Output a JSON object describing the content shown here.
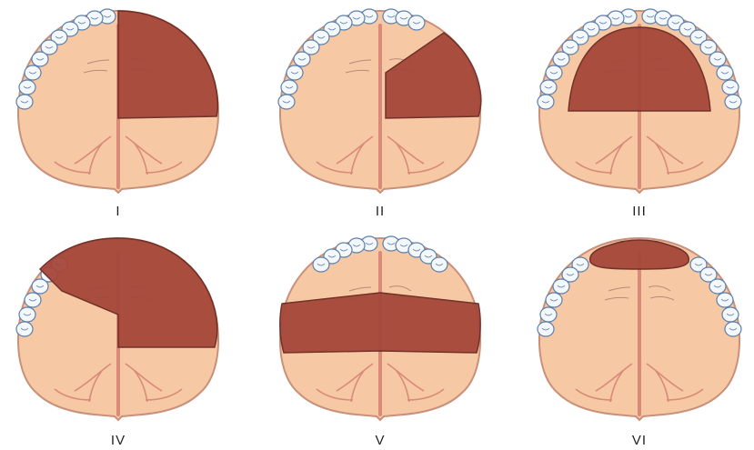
{
  "figure": {
    "panels": [
      {
        "label": "I",
        "resected": "right half of palate, anterior to midline"
      },
      {
        "label": "II",
        "resected": "right lateral palate segment"
      },
      {
        "label": "III",
        "resected": "central anterior palate"
      },
      {
        "label": "IV",
        "resected": "right half and anterior arch"
      },
      {
        "label": "V",
        "resected": "bilateral posterior palate"
      },
      {
        "label": "VI",
        "resected": "anterior premaxilla"
      }
    ]
  },
  "colors": {
    "palate": "#f6c9a4",
    "palate_edge": "#c9907a",
    "resected_area": "#a5473a",
    "resected_edge": "#6b2a22",
    "tooth": "#f4f8fb",
    "tooth_outline": "#5b7fae",
    "vessel": "#d98a78"
  }
}
